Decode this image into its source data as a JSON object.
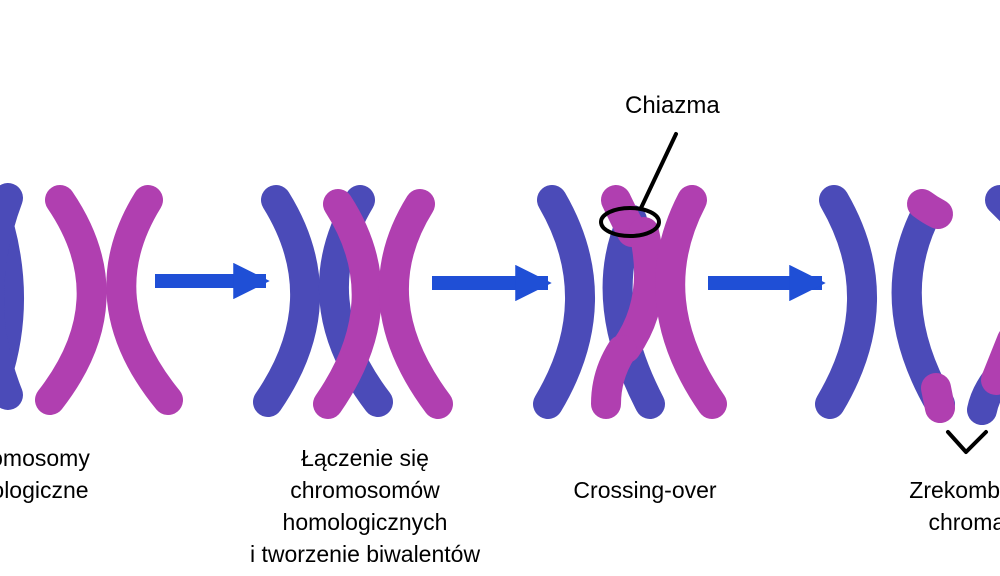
{
  "colors": {
    "blue": "#4b4bb8",
    "magenta": "#b03fb0",
    "arrow": "#1f4fd6",
    "line": "#000000"
  },
  "stages": [
    {
      "caption_lines": [
        "omosomy",
        "ologiczne"
      ]
    },
    {
      "caption_lines": [
        "Łączenie się",
        "chromosomów",
        "homologicznych",
        "i tworzenie biwalentów"
      ]
    },
    {
      "caption_lines": [
        "Crossing-over"
      ]
    },
    {
      "caption_lines": [
        "Zrekombino",
        "chromat"
      ]
    }
  ],
  "chiasma": {
    "label": "Chiazma"
  }
}
